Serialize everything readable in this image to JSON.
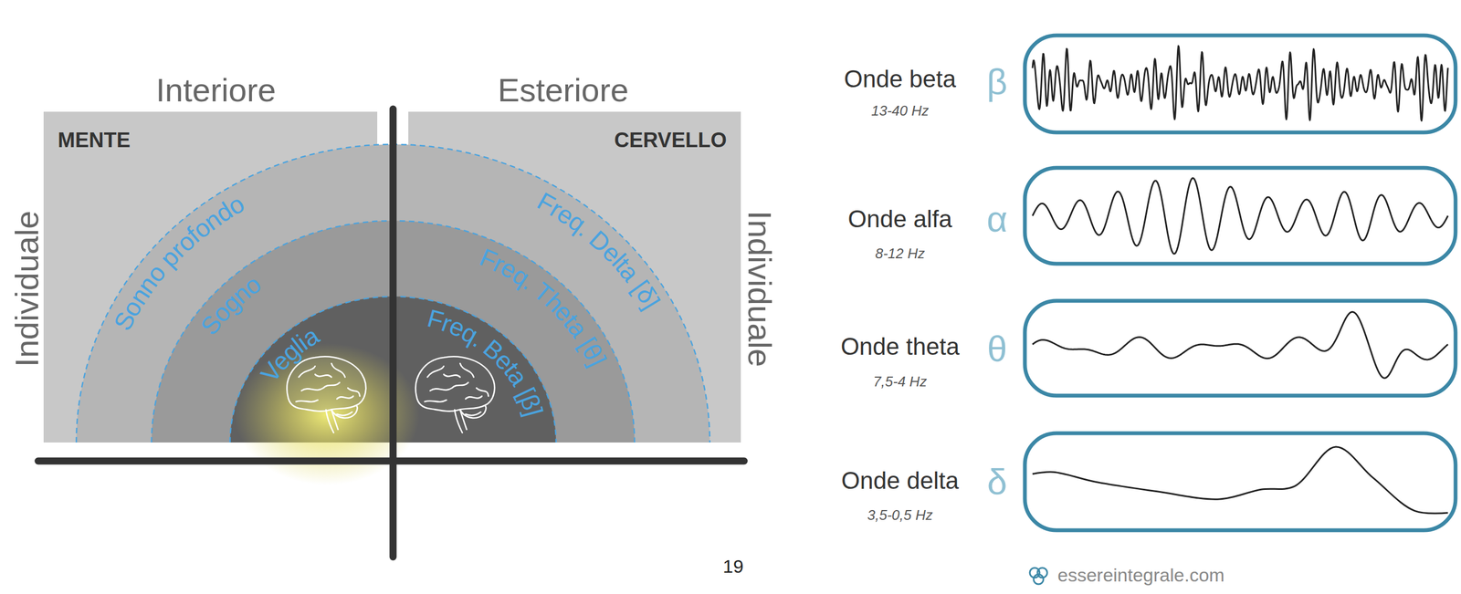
{
  "diagram": {
    "nodes": [
      {
        "text": [
          "MENTE"
        ]
      },
      {
        "text": [
          "CERVELLO"
        ]
      }
    ],
    "labels": [
      "Interiore",
      "Esteriore",
      "Individuale",
      "Individuale",
      "Sonno profondo",
      "Sogno",
      "Veglia",
      "Freq. Delta [δ]",
      "Freq. Theta [θ]",
      "Freq. Beta [β]",
      "Onde beta",
      "β",
      "13-40 Hz",
      "Onde alfa",
      "α",
      "8-12 Hz",
      "Onde theta",
      "θ",
      "7,5-4 Hz",
      "Onde delta",
      "δ",
      "3,5-0,5 Hz",
      "19",
      "essereintegrale.com"
    ]
  }
}
